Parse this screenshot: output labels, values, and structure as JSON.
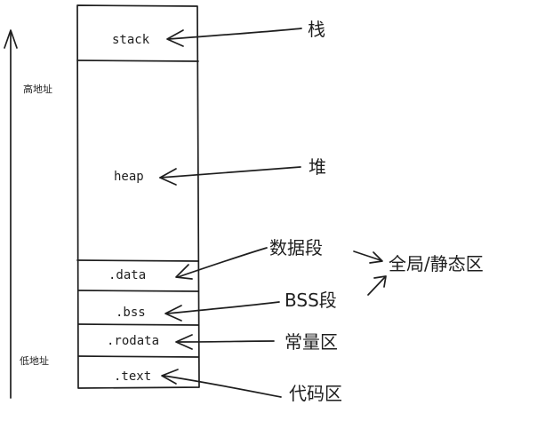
{
  "memory": {
    "segments": {
      "stack": "stack",
      "heap": "heap",
      "data": ".data",
      "bss": ".bss",
      "rodata": ".rodata",
      "text": ".text"
    },
    "high_address": "高地址",
    "low_address": "低地址"
  },
  "labels": {
    "stack": "栈",
    "heap": "堆",
    "data": "数据段",
    "bss": "BSS段",
    "rodata": "常量区",
    "text": "代码区",
    "global_static": "全局/静态区"
  }
}
